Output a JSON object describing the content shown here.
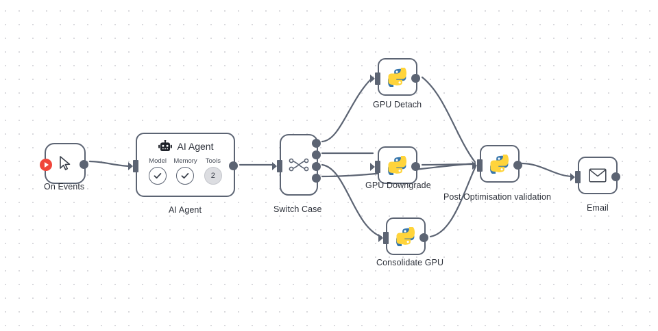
{
  "canvas": {
    "background_color": "#ffffff",
    "grid_dot_color": "#d9d9dd",
    "node_border_color": "#5c6473",
    "edge_color": "#5c6473",
    "trigger_color": "#f0453a",
    "python_blue": "#3776ab",
    "python_yellow": "#ffd43b"
  },
  "nodes": {
    "on_events": {
      "label": "On Events",
      "icon": "cursor-arrow-icon",
      "trigger_icon": "play-icon"
    },
    "ai_agent": {
      "label": "AI Agent",
      "title": "AI Agent",
      "icon": "robot-icon",
      "slots": [
        {
          "label": "Model",
          "icon": "check-circle-icon",
          "value": ""
        },
        {
          "label": "Memory",
          "icon": "check-circle-icon",
          "value": ""
        },
        {
          "label": "Tools",
          "icon": "count-badge",
          "value": "2"
        }
      ]
    },
    "switch_case": {
      "label": "Switch Case",
      "icon": "shuffle-icon",
      "output_count": 4
    },
    "gpu_detach": {
      "label": "GPU Detach",
      "icon": "python-icon"
    },
    "gpu_downgrade": {
      "label": "GPU Downgrade",
      "icon": "python-icon"
    },
    "consolidate_gpu": {
      "label": "Consolidate GPU",
      "icon": "python-icon"
    },
    "post_optimisation_validation": {
      "label": "Post Optimisation validation",
      "icon": "python-icon"
    },
    "email": {
      "label": "Email",
      "icon": "envelope-icon"
    }
  },
  "connections": [
    {
      "from": "on_events",
      "to": "ai_agent"
    },
    {
      "from": "ai_agent",
      "to": "switch_case"
    },
    {
      "from": "switch_case.1",
      "to": "gpu_detach"
    },
    {
      "from": "switch_case.2",
      "to": "gpu_downgrade"
    },
    {
      "from": "switch_case.3",
      "to": "consolidate_gpu"
    },
    {
      "from": "switch_case.4",
      "to": "post_optimisation_validation"
    },
    {
      "from": "gpu_detach",
      "to": "post_optimisation_validation"
    },
    {
      "from": "gpu_downgrade",
      "to": "post_optimisation_validation"
    },
    {
      "from": "consolidate_gpu",
      "to": "post_optimisation_validation"
    },
    {
      "from": "post_optimisation_validation",
      "to": "email"
    }
  ]
}
